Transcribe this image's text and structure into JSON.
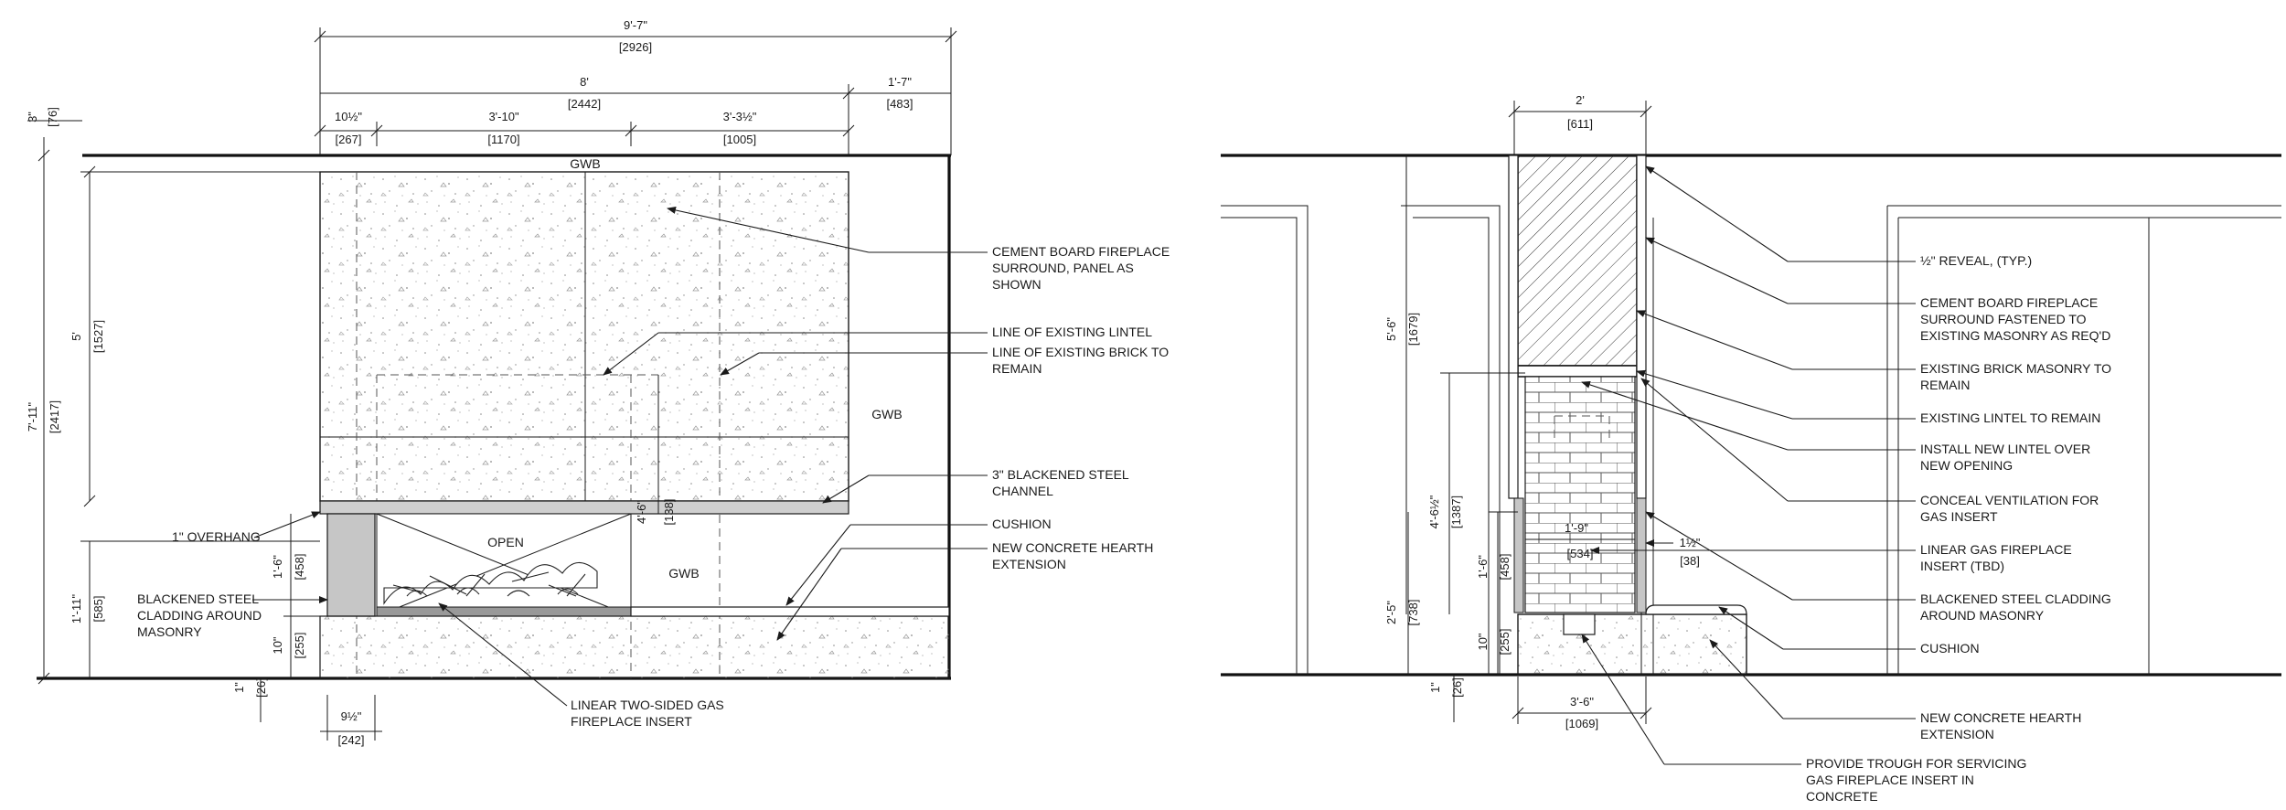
{
  "elevation": {
    "dims": {
      "overall_width": "9'-7\"",
      "overall_width_mm": "[2926]",
      "panel_width": "8'",
      "panel_width_mm": "[2442]",
      "right_offset": "1'-7\"",
      "right_offset_mm": "[483]",
      "seg1": "10½\"",
      "seg1_mm": "[267]",
      "seg2": "3'-10\"",
      "seg2_mm": "[1170]",
      "seg3": "3'-3½\"",
      "seg3_mm": "[1005]",
      "top_gap": "3\"",
      "top_gap_mm": "[76]",
      "overall_height": "7'-11\"",
      "overall_height_mm": "[2417]",
      "panel_height": "5'",
      "panel_height_mm": "[1527]",
      "hearth_total": "1'-11\"",
      "hearth_total_mm": "[585]",
      "insert_height": "1'-6\"",
      "insert_height_mm": "[458]",
      "hearth_height": "10\"",
      "hearth_height_mm": "[255]",
      "bottom_gap": "1\"",
      "bottom_gap_mm": "[26]",
      "cladding_width": "9½\"",
      "cladding_width_mm": "[242]",
      "opening_height": "4'-6\"",
      "opening_height_mm": "[138]"
    },
    "labels": {
      "gwb_top": "GWB",
      "gwb_right": "GWB",
      "gwb_lower": "GWB",
      "open": "OPEN",
      "overhang": "1\" OVERHANG",
      "cladding_1": "BLACKENED STEEL",
      "cladding_2": "CLADDING AROUND",
      "cladding_3": "MASONRY",
      "insert_1": "LINEAR TWO-SIDED GAS",
      "insert_2": "FIREPLACE INSERT"
    },
    "notes": {
      "n1a": "CEMENT BOARD FIREPLACE",
      "n1b": "SURROUND, PANEL AS",
      "n1c": "SHOWN",
      "n2": "LINE OF EXISTING LINTEL",
      "n3a": "LINE OF EXISTING BRICK TO",
      "n3b": "REMAIN",
      "n4a": "3\" BLACKENED STEEL",
      "n4b": "CHANNEL",
      "n5": "CUSHION",
      "n6a": "NEW CONCRETE HEARTH",
      "n6b": "EXTENSION"
    }
  },
  "section": {
    "dims": {
      "depth_top": "2'",
      "depth_top_mm": "[611]",
      "height_upper": "5'-6\"",
      "height_upper_mm": "[1679]",
      "opening": "4'-6½\"",
      "opening_mm": "[1387]",
      "insert_h": "1'-6\"",
      "insert_h_mm": "[458]",
      "total_lower": "2'-5\"",
      "total_lower_mm": "[738]",
      "hearth_h": "10\"",
      "hearth_h_mm": "[255]",
      "bottom": "1\"",
      "bottom_mm": "[26]",
      "insert_w": "1'-9\"",
      "insert_w_mm": "[534]",
      "reveal_w": "1½\"",
      "reveal_w_mm": "[38]",
      "hearth_w": "3'-6\"",
      "hearth_w_mm": "[1069]"
    },
    "notes": {
      "s1": "½\" REVEAL, (TYP.)",
      "s2a": "CEMENT BOARD FIREPLACE",
      "s2b": "SURROUND FASTENED TO",
      "s2c": "EXISTING MASONRY AS REQ'D",
      "s3a": "EXISTING BRICK MASONRY TO",
      "s3b": "REMAIN",
      "s4": "EXISTING LINTEL TO REMAIN",
      "s5a": "INSTALL NEW LINTEL OVER",
      "s5b": "NEW OPENING",
      "s6a": "CONCEAL VENTILATION FOR",
      "s6b": "GAS INSERT",
      "s7a": "LINEAR GAS FIREPLACE",
      "s7b": "INSERT (TBD)",
      "s8a": "BLACKENED STEEL CLADDING",
      "s8b": "AROUND MASONRY",
      "s9": "CUSHION",
      "s10a": "NEW CONCRETE HEARTH",
      "s10b": "EXTENSION",
      "s11a": "PROVIDE TROUGH FOR SERVICING",
      "s11b": "GAS FIREPLACE INSERT IN",
      "s11c": "CONCRETE"
    }
  }
}
